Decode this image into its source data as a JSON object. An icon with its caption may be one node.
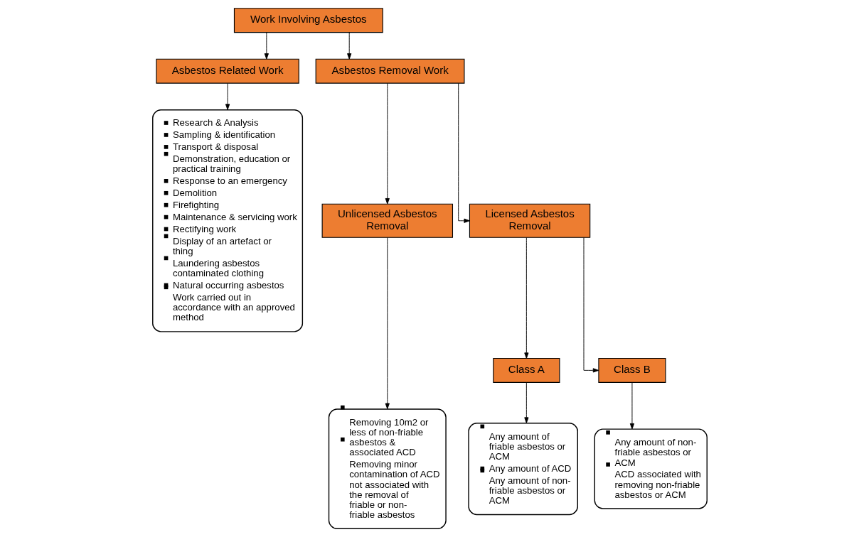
{
  "diagram": {
    "nodes": [
      {
        "text": [
          "Work Involving Asbestos"
        ]
      },
      {
        "text": [
          "Asbestos Related Work"
        ]
      },
      {
        "text": [
          "Asbestos Removal Work"
        ]
      },
      {
        "text": [
          "Research & Analysis",
          "Sampling & identification",
          "Transport & disposal",
          "Demonstration, education or practical training",
          "Response to an emergency",
          "Demolition",
          "Firefighting",
          "Maintenance & servicing work",
          "Rectifying work",
          "Display of an artefact or thing",
          "Laundering asbestos contaminated clothing",
          "Natural occurring asbestos",
          "Work carried out in accordance with an approved method"
        ]
      },
      {
        "text": [
          "Unlicensed Asbestos Removal"
        ]
      },
      {
        "text": [
          "Licensed Asbestos Removal"
        ]
      },
      {
        "text": [
          "Class A"
        ]
      },
      {
        "text": [
          "Class B"
        ]
      },
      {
        "text": [
          "Removing 10m2 or less of non-friable asbestos & associated ACD",
          "Removing minor contamination of ACD not associated with the removal of friable or non-friable asbestos"
        ]
      },
      {
        "text": [
          "Any amount of friable asbestos or ACM",
          "Any amount of ACD",
          "Any amount of non-friable asbestos or ACM"
        ]
      },
      {
        "text": [
          "Any amount of non-friable asbestos or ACM",
          "ACD associated with removing non-friable asbestos or ACM"
        ]
      }
    ],
    "edges": [
      {
        "from": 0,
        "to": 1,
        "arrow": "to"
      },
      {
        "from": 0,
        "to": 2,
        "arrow": "to"
      },
      {
        "from": 1,
        "to": 3,
        "arrow": "to"
      },
      {
        "from": 2,
        "to": 4,
        "arrow": "to"
      },
      {
        "from": 2,
        "to": 5,
        "arrow": "to"
      },
      {
        "from": 4,
        "to": 8,
        "arrow": "to"
      },
      {
        "from": 5,
        "to": 6,
        "arrow": "to"
      },
      {
        "from": 5,
        "to": 7,
        "arrow": "to"
      },
      {
        "from": 6,
        "to": 9,
        "arrow": "to"
      },
      {
        "from": 7,
        "to": 10,
        "arrow": "to"
      }
    ]
  }
}
